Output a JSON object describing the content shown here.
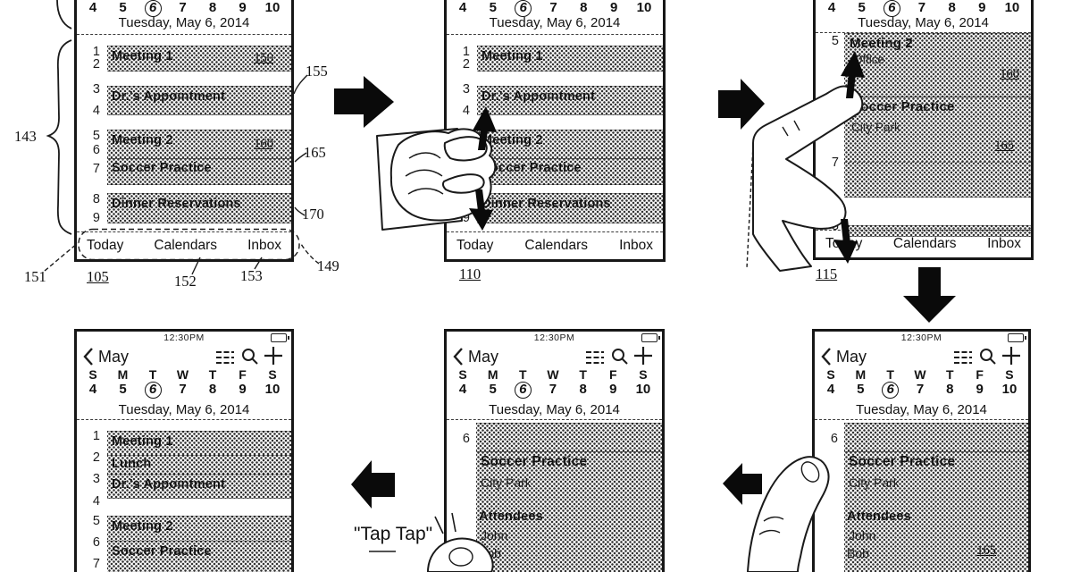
{
  "callouts": {
    "c143": "143",
    "c149": "149",
    "c151": "151",
    "c152": "152",
    "c153": "153",
    "c155": "155",
    "c165": "165",
    "c170": "170",
    "p105": "105",
    "p110": "110",
    "p115": "115",
    "tap": "\"Tap Tap\""
  },
  "header": {
    "time": "12:30PM",
    "month": "May",
    "days": [
      "S",
      "M",
      "T",
      "W",
      "T",
      "F",
      "S"
    ],
    "dates": [
      "4",
      "5",
      "6",
      "7",
      "8",
      "9",
      "10"
    ],
    "date_line": "Tuesday, May 6, 2014"
  },
  "toolbar": {
    "today": "Today",
    "calendars": "Calendars",
    "inbox": "Inbox"
  },
  "hours": {
    "h1": "1",
    "h2": "2",
    "h3": "3",
    "h4": "4",
    "h5": "5",
    "h6": "6",
    "h7": "7",
    "h8": "8",
    "h9": "9"
  },
  "phone105": {
    "events": {
      "meeting1": {
        "title": "Meeting 1",
        "ref": "150"
      },
      "appointment": {
        "title": "Dr.'s Appointment"
      },
      "meeting2": {
        "title": "Meeting 2",
        "ref": "160"
      },
      "soccer": {
        "title": "Soccer Practice"
      },
      "dinner": {
        "title": "Dinner Reservations"
      }
    }
  },
  "phone110": {
    "events": {
      "meeting1": {
        "title": "Meeting 1"
      },
      "appointment": {
        "title": "Dr.'s Appointment"
      },
      "meeting2": {
        "title": "Meeting 2"
      },
      "soccer": {
        "title": "Soccer Practice"
      },
      "dinner": {
        "title": "Dinner Reservations"
      }
    }
  },
  "phone115": {
    "events": {
      "meeting2": {
        "title": "Meeting 2",
        "subtitle": "Office",
        "ref": "160"
      },
      "soccer": {
        "title": "Soccer Practice",
        "subtitle": "City Park",
        "ref": "165"
      }
    }
  },
  "phone120": {
    "events": {
      "meeting1": {
        "title": "Meeting 1"
      },
      "lunch": {
        "title": "Lunch"
      },
      "appointment": {
        "title": "Dr.'s Appointment"
      },
      "meeting2": {
        "title": "Meeting 2"
      },
      "soccer": {
        "title": "Soccer Practice"
      }
    }
  },
  "phone125": {
    "event": {
      "title": "Soccer Practice",
      "subtitle": "City Park"
    },
    "attendees_label": "Attendees",
    "attendees": [
      "John",
      "Bob"
    ]
  },
  "phone130": {
    "event": {
      "title": "Soccer Practice",
      "subtitle": "City Park"
    },
    "attendees_label": "Attendees",
    "attendees": [
      "John",
      "Bob"
    ],
    "ref": "165"
  }
}
